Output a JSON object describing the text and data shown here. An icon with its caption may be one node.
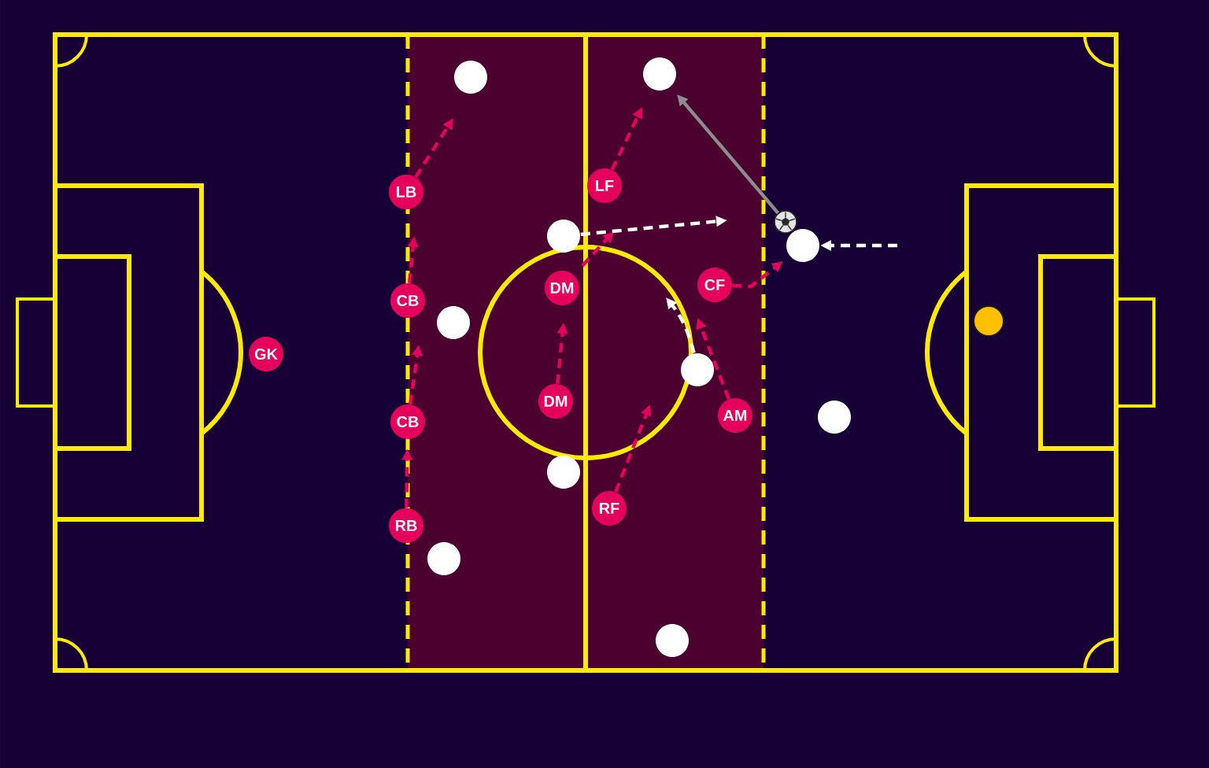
{
  "diagram": {
    "nodes": [
      {
        "text": [],
        "shape": "circle"
      },
      {
        "text": [],
        "shape": "circle"
      },
      {
        "text": [
          "LF"
        ]
      },
      {
        "text": [
          "LB"
        ]
      },
      {
        "text": [],
        "shape": "ball"
      },
      {
        "text": [],
        "shape": "circle"
      },
      {
        "text": [],
        "shape": "circle"
      },
      {
        "text": [
          "CF"
        ]
      },
      {
        "text": [
          "DM"
        ]
      },
      {
        "text": [
          "CB"
        ]
      },
      {
        "text": [],
        "shape": "circle"
      },
      {
        "text": [],
        "shape": "circle"
      },
      {
        "text": [
          "GK"
        ]
      },
      {
        "text": [],
        "shape": "circle"
      },
      {
        "text": [
          "DM"
        ]
      },
      {
        "text": [
          "AM"
        ]
      },
      {
        "text": [],
        "shape": "circle"
      },
      {
        "text": [
          "CB"
        ]
      },
      {
        "text": [],
        "shape": "circle"
      },
      {
        "text": [
          "RF"
        ]
      },
      {
        "text": [
          "RB"
        ]
      },
      {
        "text": [],
        "shape": "circle"
      },
      {
        "text": [],
        "shape": "circle"
      }
    ],
    "edges": [
      {
        "from": 3,
        "to": null,
        "arrow": "to",
        "style": "dashed"
      },
      {
        "from": 9,
        "to": null,
        "arrow": "to",
        "style": "dashed"
      },
      {
        "from": 17,
        "to": null,
        "arrow": "to",
        "style": "dashed"
      },
      {
        "from": 20,
        "to": 17,
        "arrow": "to",
        "style": "dashed"
      },
      {
        "from": 8,
        "to": null,
        "arrow": "to",
        "style": "dashed"
      },
      {
        "from": 14,
        "to": null,
        "arrow": "to",
        "style": "dashed"
      },
      {
        "from": 2,
        "to": null,
        "arrow": "to",
        "style": "dashed"
      },
      {
        "from": 7,
        "to": 6,
        "arrow": "to",
        "style": "dashed"
      },
      {
        "from": 15,
        "to": null,
        "arrow": "to",
        "style": "dashed"
      },
      {
        "from": 19,
        "to": null,
        "arrow": "to",
        "style": "dashed"
      },
      {
        "from": 5,
        "to": null,
        "arrow": "to",
        "style": "dashed",
        "color": "#ffffff"
      },
      {
        "from": null,
        "to": 6,
        "arrow": "to",
        "style": "dashed",
        "color": "#ffffff"
      },
      {
        "from": 13,
        "to": null,
        "arrow": "to",
        "style": "dashed",
        "color": "#ffffff"
      },
      {
        "from": 4,
        "to": 1,
        "arrow": "to",
        "color": "#8c8c8c"
      }
    ]
  }
}
